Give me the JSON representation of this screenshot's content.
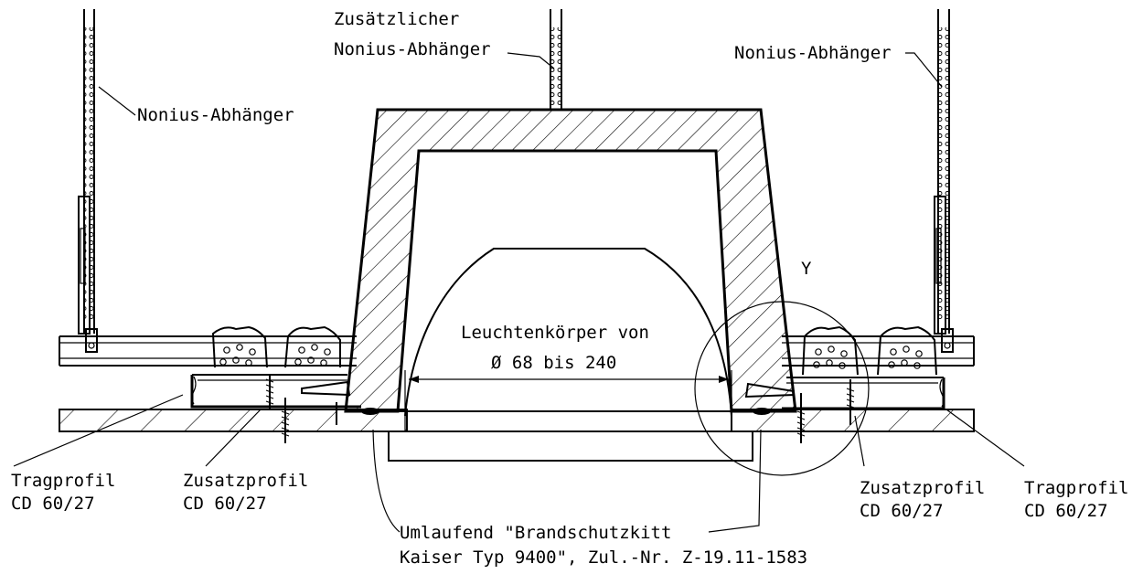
{
  "labels": {
    "zusaetzlicher_line1": "Zusätzlicher",
    "zusaetzlicher_line2": "Nonius-Abhänger",
    "nonius_left": "Nonius-Abhänger",
    "nonius_right": "Nonius-Abhänger",
    "leuchten_line1": "Leuchtenkörper von",
    "leuchten_line2": "Ø 68 bis 240",
    "detail_y": "Y",
    "tragprofil_left_line1": "Tragprofil",
    "tragprofil_left_line2": "CD 60/27",
    "zusatzprofil_left_line1": "Zusatzprofil",
    "zusatzprofil_left_line2": "CD 60/27",
    "zusatzprofil_right_line1": "Zusatzprofil",
    "zusatzprofil_right_line2": "CD 60/27",
    "tragprofil_right_line1": "Tragprofil",
    "tragprofil_right_line2": "CD 60/27",
    "kitt_line1": "Umlaufend \"Brandschutzkitt",
    "kitt_line2": "Kaiser Typ 9400\", Zul.-Nr. Z-19.11-1583"
  }
}
